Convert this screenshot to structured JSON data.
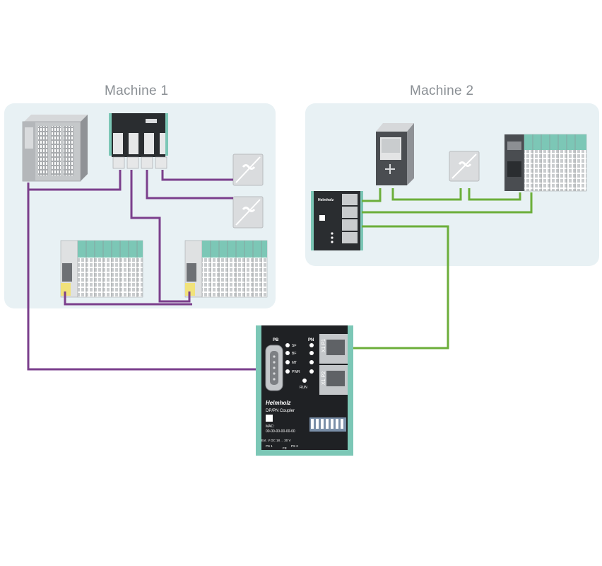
{
  "zones": {
    "machine1": "Machine 1",
    "machine2": "Machine 2"
  },
  "coupler": {
    "brand": "Helmholz",
    "model": "DP/PN Coupler",
    "mac_label": "MAC:",
    "mac_value": "00-00-00-00-00-00",
    "pb_header": "PB",
    "pn_header": "PN",
    "led_sf": "SF",
    "led_bf": "BF",
    "led_mt": "MT",
    "led_pwr": "PWR",
    "led_run": "RUN",
    "port1": "X1 P1",
    "port2": "X1 P2",
    "power_label": "Ext. V DC 18 ... 30 V",
    "ps1": "PS 1",
    "fe": "FE",
    "ps2": "PS 2"
  },
  "switch": {
    "brand": "Helmholz"
  },
  "colors": {
    "profibus": "#7b3f8c",
    "profinet": "#6cae3a",
    "zone_bg": "#e8f1f4",
    "device_grey": "#b9bcbf",
    "device_dark": "#2a2d30",
    "io_green": "#7cc7b6"
  },
  "icons": [
    "plc-cpu-icon",
    "profibus-repeater-icon",
    "power-supply-icon",
    "io-station-icon",
    "profinet-switch-icon",
    "dp-pn-coupler-icon"
  ]
}
